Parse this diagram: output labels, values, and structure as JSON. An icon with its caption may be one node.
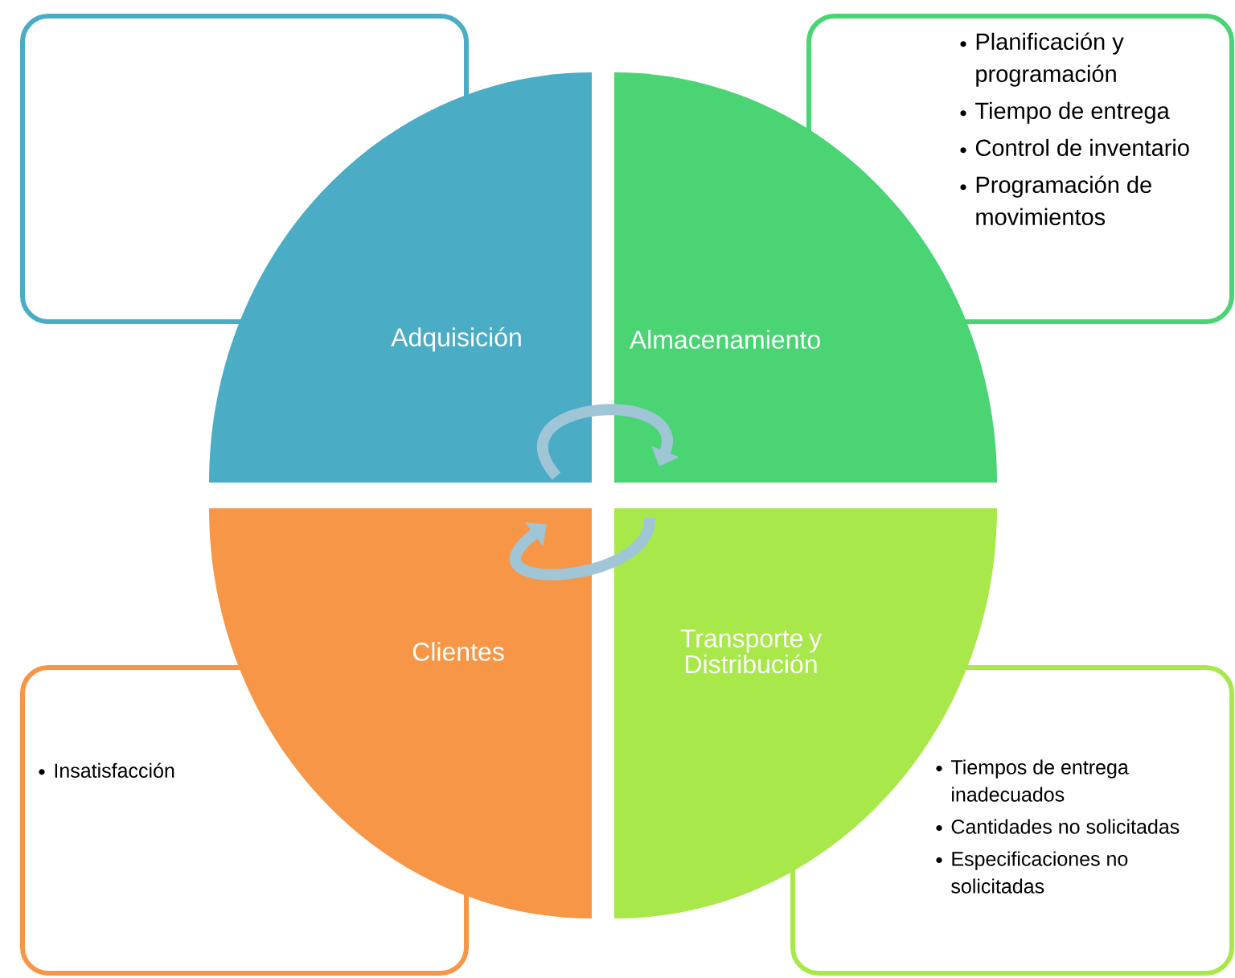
{
  "diagram": {
    "nodes": [
      {
        "text": [],
        "shape": "box"
      },
      {
        "text": [
          "Planificación y programación",
          "Tiempo de entrega",
          "Control de inventario",
          "Programación de movimientos"
        ]
      },
      {
        "text": [
          "Adquisición"
        ]
      },
      {
        "text": [
          "Almacenamiento"
        ]
      },
      {
        "text": [
          "Clientes"
        ]
      },
      {
        "text": [
          "Transporte y Distribución"
        ]
      },
      {
        "text": [
          "Insatisfacción"
        ]
      },
      {
        "text": [
          "Tiempos de entrega inadecuados",
          "Cantidades  no solicitadas",
          "Especificaciones no solicitadas"
        ]
      }
    ],
    "edges": [
      {
        "from": 2,
        "to": 3,
        "arrow": "to"
      },
      {
        "from": 5,
        "to": 4,
        "arrow": "to"
      }
    ]
  }
}
